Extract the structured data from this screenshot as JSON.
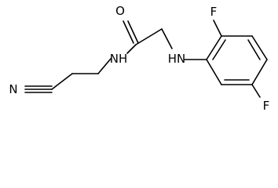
{
  "molecule": {
    "atoms": {
      "nitrile_n": "N",
      "amide_nh": "NH",
      "carbonyl_o": "O",
      "amine_hn": "HN",
      "fluorine_top": "F",
      "fluorine_bottom": "F"
    }
  }
}
